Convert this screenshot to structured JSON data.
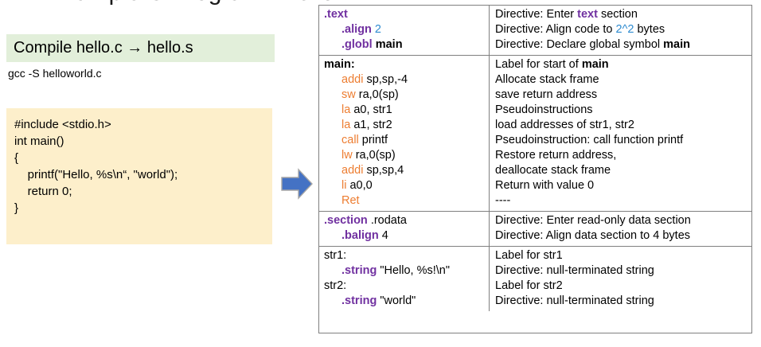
{
  "slide": {
    "title": "Example C Program - hello.c",
    "banner_text": "Compile hello.c → hello.s",
    "gcc_command": "gcc -S helloworld.c",
    "c_code_lines": [
      "#include <stdio.h>",
      "int main()",
      "{",
      "    printf(\"Hello, %s\\n“, \"world\");",
      "    return 0;",
      "}"
    ],
    "arrow_icon": "right-arrow-icon",
    "colors": {
      "banner_bg": "#E2EFDA",
      "code_bg": "#FDEFCB",
      "arrow_fill": "#4472C4",
      "arrow_border": "#A6A6A6",
      "directive_purple": "#7030A0",
      "number_blue": "#2E8BD0",
      "instruction_orange": "#ED7D31",
      "table_border": "#808080"
    }
  },
  "table": {
    "sections": [
      {
        "name": "text-section",
        "code": [
          {
            "indent": false,
            "parts": [
              {
                "t": ".text",
                "c": "purple"
              }
            ]
          },
          {
            "indent": true,
            "parts": [
              {
                "t": ".align",
                "c": "purple"
              },
              {
                "t": " ",
                "c": "plain"
              },
              {
                "t": "2",
                "c": "blue"
              }
            ]
          },
          {
            "indent": true,
            "parts": [
              {
                "t": ".globl",
                "c": "purple"
              },
              {
                "t": " ",
                "c": "plain"
              },
              {
                "t": "main",
                "c": "bk"
              }
            ]
          }
        ],
        "desc": [
          {
            "parts": [
              {
                "t": "Directive: Enter ",
                "c": "plain"
              },
              {
                "t": "text",
                "c": "purple"
              },
              {
                "t": " section",
                "c": "plain"
              }
            ]
          },
          {
            "parts": [
              {
                "t": "Directive: Align code to ",
                "c": "plain"
              },
              {
                "t": "2^2",
                "c": "blue"
              },
              {
                "t": " bytes",
                "c": "plain"
              }
            ]
          },
          {
            "parts": [
              {
                "t": "Directive: Declare global symbol ",
                "c": "plain"
              },
              {
                "t": "main",
                "c": "bk"
              }
            ]
          }
        ]
      },
      {
        "name": "main-section",
        "code": [
          {
            "indent": false,
            "parts": [
              {
                "t": "main:",
                "c": "bk"
              }
            ]
          },
          {
            "indent": true,
            "parts": [
              {
                "t": "addi",
                "c": "orange"
              },
              {
                "t": " sp,sp,-4",
                "c": "plain"
              }
            ]
          },
          {
            "indent": true,
            "parts": [
              {
                "t": "sw",
                "c": "orange"
              },
              {
                "t": " ra,0(sp)",
                "c": "plain"
              }
            ]
          },
          {
            "indent": true,
            "parts": [
              {
                "t": "la",
                "c": "orange"
              },
              {
                "t": " a0, str1",
                "c": "plain"
              }
            ]
          },
          {
            "indent": true,
            "parts": [
              {
                "t": "la",
                "c": "orange"
              },
              {
                "t": " a1, str2",
                "c": "plain"
              }
            ]
          },
          {
            "indent": true,
            "parts": [
              {
                "t": "call",
                "c": "orange"
              },
              {
                "t": " printf",
                "c": "plain"
              }
            ]
          },
          {
            "indent": true,
            "parts": [
              {
                "t": "lw",
                "c": "orange"
              },
              {
                "t": " ra,0(sp)",
                "c": "plain"
              }
            ]
          },
          {
            "indent": true,
            "parts": [
              {
                "t": "addi",
                "c": "orange"
              },
              {
                "t": " sp,sp,4",
                "c": "plain"
              }
            ]
          },
          {
            "indent": true,
            "parts": [
              {
                "t": "li",
                "c": "orange"
              },
              {
                "t": " a0,0",
                "c": "plain"
              }
            ]
          },
          {
            "indent": true,
            "parts": [
              {
                "t": "Ret",
                "c": "orange"
              }
            ]
          }
        ],
        "desc": [
          {
            "parts": [
              {
                "t": "Label for start of ",
                "c": "plain"
              },
              {
                "t": "main",
                "c": "bk"
              }
            ]
          },
          {
            "parts": [
              {
                "t": "Allocate stack frame",
                "c": "plain"
              }
            ]
          },
          {
            "parts": [
              {
                "t": "save return address",
                "c": "plain"
              }
            ]
          },
          {
            "parts": [
              {
                "t": "Pseudoinstructions",
                "c": "plain"
              }
            ]
          },
          {
            "parts": [
              {
                "t": "load addresses of str1, str2",
                "c": "plain"
              }
            ]
          },
          {
            "parts": [
              {
                "t": "Pseudoinstruction: call function printf",
                "c": "plain"
              }
            ]
          },
          {
            "parts": [
              {
                "t": "Restore return address,",
                "c": "plain"
              }
            ]
          },
          {
            "parts": [
              {
                "t": "deallocate stack frame",
                "c": "plain"
              }
            ]
          },
          {
            "parts": [
              {
                "t": "Return with value 0",
                "c": "plain"
              }
            ]
          },
          {
            "parts": [
              {
                "t": "----",
                "c": "plain"
              }
            ]
          }
        ]
      },
      {
        "name": "rodata-section",
        "code": [
          {
            "indent": false,
            "parts": [
              {
                "t": ".section",
                "c": "purple"
              },
              {
                "t": " .rodata",
                "c": "plain"
              }
            ]
          },
          {
            "indent": true,
            "parts": [
              {
                "t": ".balign",
                "c": "purple"
              },
              {
                "t": " 4",
                "c": "plain"
              }
            ]
          }
        ],
        "desc": [
          {
            "parts": [
              {
                "t": "Directive: Enter read-only data section",
                "c": "plain"
              }
            ]
          },
          {
            "parts": [
              {
                "t": "Directive: Align data section to 4 bytes",
                "c": "plain"
              }
            ]
          }
        ]
      },
      {
        "name": "strings-section",
        "code": [
          {
            "indent": false,
            "parts": [
              {
                "t": "str1:",
                "c": "plain"
              }
            ]
          },
          {
            "indent": true,
            "parts": [
              {
                "t": ".string",
                "c": "purple"
              },
              {
                "t": " \"Hello, %s!\\n\"",
                "c": "plain"
              }
            ]
          },
          {
            "indent": false,
            "parts": [
              {
                "t": "str2:",
                "c": "plain"
              }
            ]
          },
          {
            "indent": true,
            "parts": [
              {
                "t": ".string",
                "c": "purple"
              },
              {
                "t": " \"world\"",
                "c": "plain"
              }
            ]
          }
        ],
        "desc": [
          {
            "parts": [
              {
                "t": "Label for str1",
                "c": "plain"
              }
            ]
          },
          {
            "parts": [
              {
                "t": "Directive: null-terminated string",
                "c": "plain"
              }
            ]
          },
          {
            "parts": [
              {
                "t": "Label for str2",
                "c": "plain"
              }
            ]
          },
          {
            "parts": [
              {
                "t": "Directive: null-terminated string",
                "c": "plain"
              }
            ]
          }
        ]
      }
    ]
  }
}
